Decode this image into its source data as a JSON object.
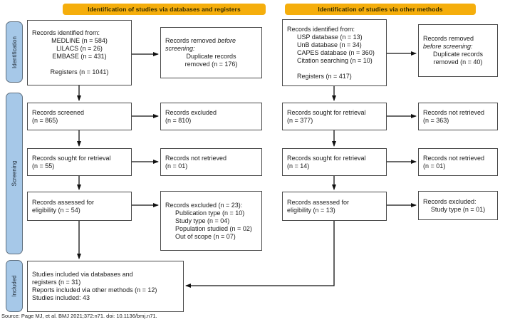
{
  "headers": {
    "databases": "Identification of studies via databases and registers",
    "other": "Identification of studies via other methods"
  },
  "sidebar": {
    "identification": "Identification",
    "screening": "Screening",
    "included": "Included"
  },
  "source_citation": "Source: Page MJ, et al. BMJ 2021;372:n71. doi: 10.1136/bmj.n71.",
  "colors": {
    "header_bg": "#F5AE0C",
    "header_text": "#332B00",
    "sidebar_bg": "#A6C8E8",
    "sidebar_border": "#5F6F7E",
    "sidebar_text": "#24303C",
    "box_border": "#4A4A4A",
    "arrow": "#111111"
  },
  "boxes": {
    "db_identified": {
      "lines": [
        {
          "t": "Records identified from:"
        },
        {
          "t": "MEDLINE (n = 584)",
          "c": "ctr"
        },
        {
          "t": "LILACS (n = 26)",
          "c": "ctr"
        },
        {
          "t": "EMBASE (n = 431)",
          "c": "ctr"
        },
        {
          "t": ""
        },
        {
          "t": "Registers (n = 1041)",
          "c": "ctr"
        }
      ]
    },
    "db_removed": {
      "lines": [
        {
          "seg": [
            {
              "t": "Records removed "
            },
            {
              "t": "before",
              "i": true
            }
          ]
        },
        {
          "seg": [
            {
              "t": "screening:",
              "i": true
            }
          ]
        },
        {
          "t": "Duplicate records",
          "c": "ctr"
        },
        {
          "t": "removed (n = 176)",
          "c": "ctr"
        }
      ]
    },
    "db_screened": {
      "lines": [
        {
          "t": "Records screened"
        },
        {
          "t": "(n = 865)"
        }
      ]
    },
    "db_excluded": {
      "lines": [
        {
          "t": "Records excluded"
        },
        {
          "t": "(n = 810)"
        }
      ]
    },
    "db_sought": {
      "lines": [
        {
          "t": "Records sought for retrieval"
        },
        {
          "t": "(n = 55)"
        }
      ]
    },
    "db_not_retrieved": {
      "lines": [
        {
          "t": "Records not retrieved"
        },
        {
          "t": "(n = 01)"
        }
      ]
    },
    "db_assessed": {
      "lines": [
        {
          "t": "Records assessed for"
        },
        {
          "t": "eligibility (n = 54)"
        }
      ]
    },
    "db_excluded_reasons": {
      "lines": [
        {
          "t": "Records excluded (n = 23):"
        },
        {
          "t": "Publication type (n = 10)",
          "c": "ind"
        },
        {
          "t": "Study type (n = 04)",
          "c": "ind"
        },
        {
          "t": "Population studied (n = 02)",
          "c": "ind"
        },
        {
          "t": "Out of scope (n = 07)",
          "c": "ind"
        }
      ]
    },
    "included_studies": {
      "lines": [
        {
          "t": "Studies included via databases and"
        },
        {
          "t": "registers (n = 31)"
        },
        {
          "t": "Reports included via other methods (n = 12)"
        },
        {
          "t": "Studies included: 43"
        }
      ]
    },
    "other_identified": {
      "lines": [
        {
          "t": "Records identified from:"
        },
        {
          "t": "USP database (n = 13)",
          "c": "ind"
        },
        {
          "t": "UnB database (n = 34)",
          "c": "ind"
        },
        {
          "t": "CAPES database (n = 360)",
          "c": "ind"
        },
        {
          "t": "Citation searching (n = 10)",
          "c": "ind"
        },
        {
          "t": ""
        },
        {
          "t": "Registers (n = 417)",
          "c": "ind"
        }
      ]
    },
    "other_removed": {
      "lines": [
        {
          "t": "Records removed"
        },
        {
          "seg": [
            {
              "t": "before screening:",
              "i": true
            }
          ]
        },
        {
          "t": "Duplicate records",
          "c": "ctr"
        },
        {
          "t": "removed (n = 40)",
          "c": "ctr"
        }
      ]
    },
    "other_sought": {
      "lines": [
        {
          "t": "Records sought for retrieval"
        },
        {
          "t": "(n = 377)"
        }
      ]
    },
    "other_not_retrieved": {
      "lines": [
        {
          "t": "Records not retrieved"
        },
        {
          "t": "(n = 363)"
        }
      ]
    },
    "other_sought2": {
      "lines": [
        {
          "t": "Records sought for retrieval"
        },
        {
          "t": "(n = 14)"
        }
      ]
    },
    "other_not_retrieved2": {
      "lines": [
        {
          "t": "Records not retrieved"
        },
        {
          "t": "(n = 01)"
        }
      ]
    },
    "other_assessed": {
      "lines": [
        {
          "t": "Records assessed for"
        },
        {
          "t": "eligibility (n = 13)"
        }
      ]
    },
    "other_excluded": {
      "lines": [
        {
          "t": "Records excluded:"
        },
        {
          "t": "Study type (n = 01)",
          "c": "ctr"
        }
      ]
    }
  }
}
